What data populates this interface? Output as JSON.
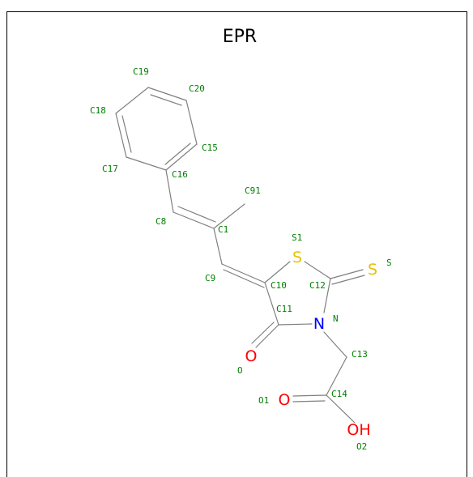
{
  "title": "EPR",
  "colors": {
    "bond": "#7f7f7f",
    "carbon_label": "#008000",
    "sulfur": "#e6c200",
    "nitrogen": "#0000ff",
    "oxygen": "#ff0000"
  },
  "atoms": {
    "S1": "S",
    "S": "S",
    "N": "N",
    "O": "O",
    "O1": "O",
    "O2": "OH"
  },
  "labels": {
    "C19": "C19",
    "C20": "C20",
    "C18": "C18",
    "C15": "C15",
    "C17": "C17",
    "C16": "C16",
    "C91": "C91",
    "C8": "C8",
    "C1": "C1",
    "S1": "S1",
    "S": "S",
    "C9": "C9",
    "C10": "C10",
    "C12": "C12",
    "C11": "C11",
    "N": "N",
    "O": "O",
    "C13": "C13",
    "O1": "O1",
    "C14": "C14",
    "O2": "O2"
  }
}
